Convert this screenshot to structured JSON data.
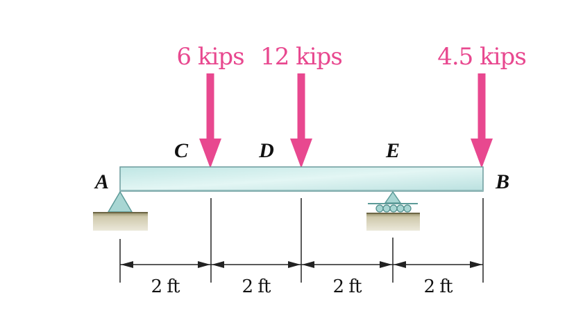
{
  "loads": [
    {
      "label": "6 kips"
    },
    {
      "label": "12 kips"
    },
    {
      "label": "4.5 kips"
    }
  ],
  "points": {
    "A": "A",
    "B": "B",
    "C": "C",
    "D": "D",
    "E": "E"
  },
  "dimensions": [
    "2 ft",
    "2 ft",
    "2 ft",
    "2 ft"
  ],
  "colors": {
    "load": "#e8488f",
    "beam_fill": "#cfeeed",
    "beam_stroke": "#6a9a9c",
    "support": "#a8d6d3",
    "ground": "#c9c3a7"
  }
}
